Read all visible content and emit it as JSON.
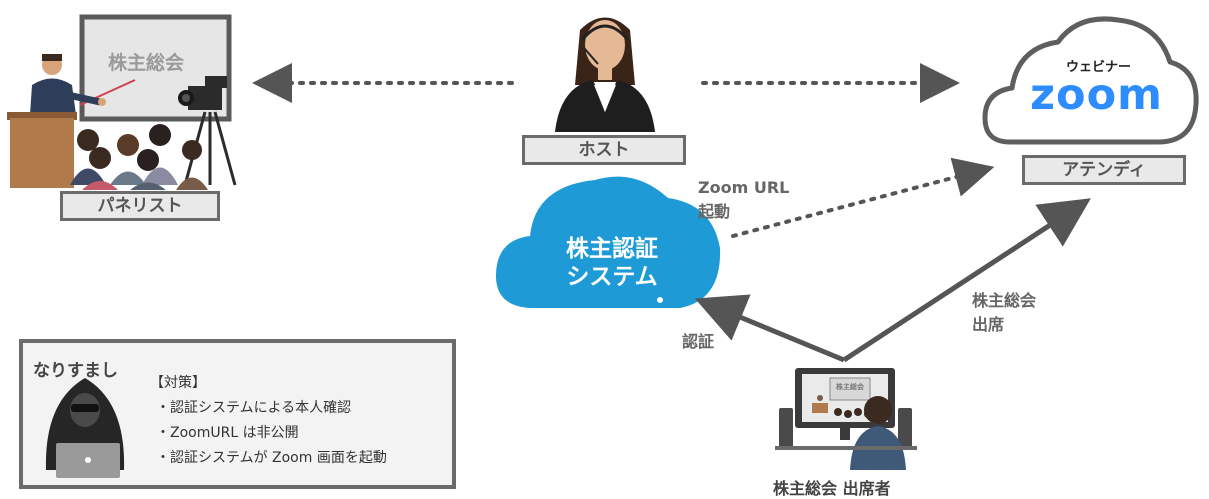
{
  "panelist": {
    "screen_text": "株主総会",
    "label": "パネリスト"
  },
  "host": {
    "label": "ホスト"
  },
  "zoom": {
    "tag": "ウェビナー",
    "logo": "zoom",
    "attendee_label": "アテンディ"
  },
  "auth_system": {
    "line1": "株主認証",
    "line2": "システム"
  },
  "arrows": {
    "zoom_launch_line1": "Zoom URL",
    "zoom_launch_line2": "起動",
    "auth": "認証",
    "attend_line1": "株主総会",
    "attend_line2": "出席"
  },
  "shareholder": {
    "label": "株主総会 出席者",
    "screen_text": "株主総会"
  },
  "impersonation": {
    "title": "なりすまし",
    "countermeasure_heading": "【対策】",
    "items": [
      "・認証システムによる本人確認",
      "・ZoomURL は非公開",
      "・認証システムが Zoom 画面を起動"
    ]
  },
  "colors": {
    "zoom_blue": "#2d8cff",
    "cloud_blue": "#1e9bd7",
    "arrow_gray": "#555555",
    "label_border": "#6b6b6b"
  }
}
